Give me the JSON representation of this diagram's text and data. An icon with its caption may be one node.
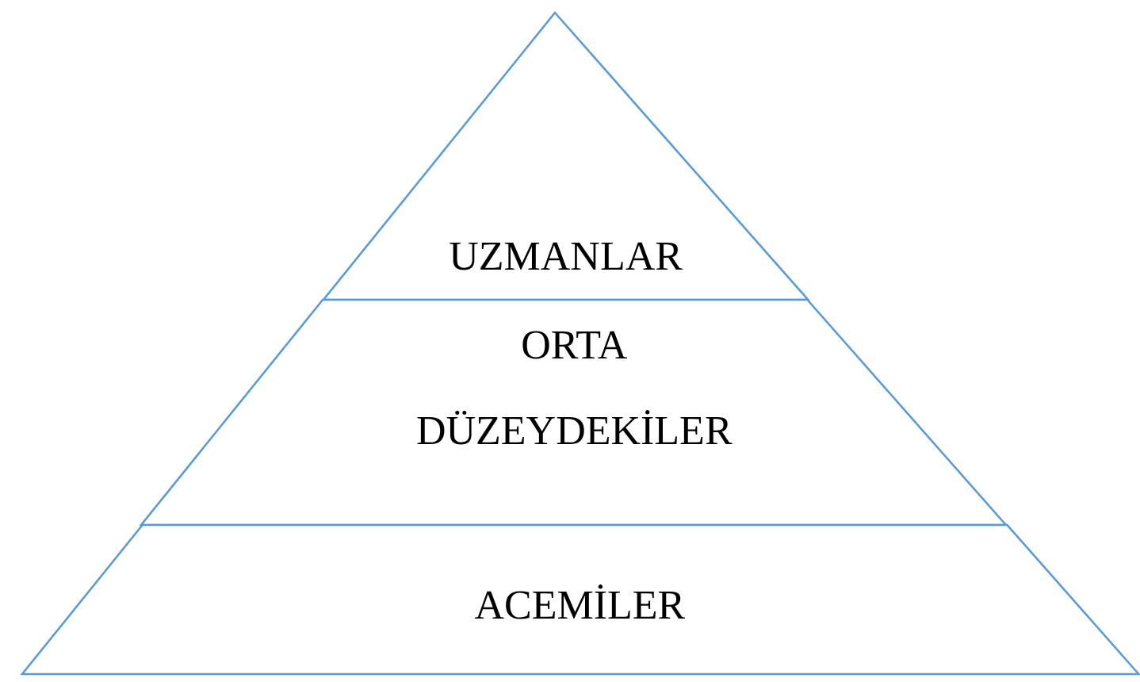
{
  "diagram": {
    "nodes": [
      {
        "text": [
          "UZMANLAR"
        ]
      },
      {
        "text": [
          "ORTA DÜZEYDEKİLER"
        ]
      },
      {
        "text": [
          "ACEMİLER"
        ]
      }
    ]
  }
}
